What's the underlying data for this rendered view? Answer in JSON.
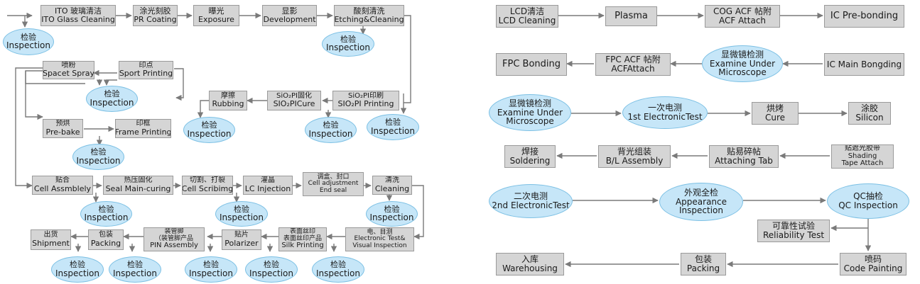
{
  "left": {
    "ito_cleaning": {
      "cn": "ITO 玻璃清洁",
      "en": "ITO Glass Cleaning"
    },
    "pr_coating": {
      "cn": "涂光刻胶",
      "en": "PR Coating"
    },
    "exposure": {
      "cn": "曝光",
      "en": "Exposure"
    },
    "development": {
      "cn": "显影",
      "en": "Development"
    },
    "etching": {
      "cn": "酸刻清洗",
      "en": "Etching&Cleaning"
    },
    "spacer_spray": {
      "cn": "喷粉",
      "en": "Spacet Spray"
    },
    "sport_printing": {
      "cn": "印点",
      "en": "Sport Printing"
    },
    "rubbing": {
      "cn": "摩擦",
      "en": "Rubbing"
    },
    "sio2_cure": {
      "cn": "SiO₂PI固化",
      "en": "SIO₂PICure"
    },
    "sio2_printing": {
      "cn": "SiO₂PI印刷",
      "en": "SIO₂PI Printing"
    },
    "prebake": {
      "cn": "预烘",
      "en": "Pre-bake"
    },
    "frame_printing": {
      "cn": "印框",
      "en": "Frame Printing"
    },
    "cell_assembly": {
      "cn": "贴合",
      "en": "Cell Assmblely"
    },
    "seal_curing": {
      "cn": "热压固化",
      "en": "Seal Main-curing"
    },
    "cell_scribing": {
      "cn": "切割、打裂",
      "en": "Cell Scribimg"
    },
    "lc_injection": {
      "cn": "灌晶",
      "en": "LC Injection"
    },
    "end_seal": {
      "cn": "调盒、封口",
      "en": "Cell adjustment",
      "en2": "End seal"
    },
    "cleaning": {
      "cn": "清洗",
      "en": "Cleaning"
    },
    "shipment": {
      "cn": "出货",
      "en": "Shipment"
    },
    "packing": {
      "cn": "包装",
      "en": "Packing"
    },
    "pin_assembly": {
      "cn": "装管脚",
      "cn2": "（装管脚产品",
      "en": "PIN Assembly"
    },
    "polarizer": {
      "cn": "贴片",
      "en": "Polarizer"
    },
    "silk_printing": {
      "cn": "表面丝印",
      "cn2": "表面丝印产品",
      "en": "Silk Printing"
    },
    "electronic_test": {
      "cn": "电、目测",
      "en": "Electronic Test&",
      "en2": "Visual Inspection"
    },
    "inspection_cn": "检验",
    "inspection_en": "Inspection"
  },
  "right": {
    "lcd_cleaning": {
      "cn": "LCD清洁",
      "en": "LCD Cleaning"
    },
    "plasma": {
      "en": "Plasma"
    },
    "cog_acf": {
      "cn": "COG ACF 帖附",
      "en": "ACF Attach"
    },
    "ic_prebonding": {
      "en": "IC Pre-bonding"
    },
    "fpc_bonding": {
      "en": "FPC Bonding"
    },
    "fpc_acf": {
      "cn": "FPC ACF 帖附",
      "en": "ACFAttach"
    },
    "examine_microscope": {
      "cn": "显微镜检测",
      "en": "Examine Under",
      "en2": "Microscope"
    },
    "ic_main": {
      "en": "IC Main Bongding"
    },
    "first_test": {
      "cn": "一次电测",
      "en": "1st ElectronicTest"
    },
    "cure": {
      "cn": "烘烤",
      "en": "Cure"
    },
    "silicon": {
      "cn": "涂胶",
      "en": "Silicon"
    },
    "soldering": {
      "cn": "焊接",
      "en": "Soldering"
    },
    "bl_assembly": {
      "cn": "背光组装",
      "en": "B/L Assembly"
    },
    "attaching_tab": {
      "cn": "贴易碎帖",
      "en": "Attaching Tab"
    },
    "shading_tape": {
      "cn": "贴遮光胶带",
      "en": "Shading",
      "en2": "Tape Attach"
    },
    "second_test": {
      "cn": "二次电测",
      "en": "2nd ElectronicTest"
    },
    "appearance": {
      "cn": "外观全检",
      "en": "Appearance",
      "en2": "Inspection"
    },
    "qc_inspection": {
      "cn": "QC抽检",
      "en": "QC Inspection"
    },
    "reliability": {
      "cn": "可靠性试验",
      "en": "Reliability Test"
    },
    "warehousing": {
      "cn": "入库",
      "en": "Warehousing"
    },
    "packing": {
      "cn": "包装",
      "en": "Packing"
    },
    "code_painting": {
      "cn": "喷码",
      "en": "Code Painting"
    }
  },
  "colors": {
    "box_fill": "#d5d5d5",
    "box_border": "#9a9a9a",
    "ellipse_fill": "#c6e6f8",
    "ellipse_border": "#7cc0e4",
    "arrow": "#7a7a7a"
  }
}
